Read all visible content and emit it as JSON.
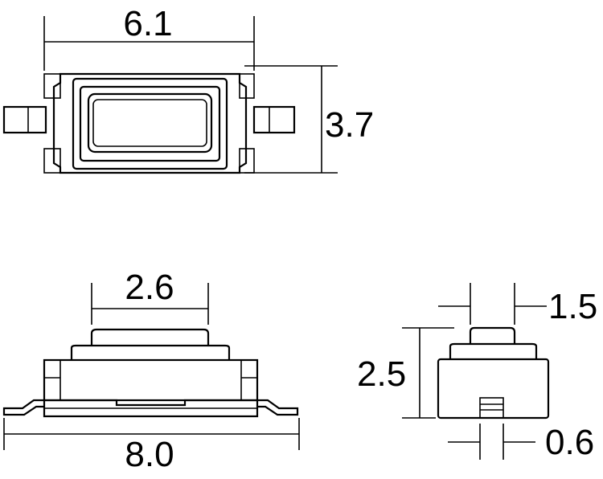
{
  "dimensions": {
    "top_width": "6.1",
    "top_height": "3.7",
    "front_plunger_width": "2.6",
    "front_total_length": "8.0",
    "side_plunger_width": "1.5",
    "side_height": "2.5",
    "side_terminal_width": "0.6"
  },
  "colors": {
    "line": "#000000",
    "background": "#ffffff"
  }
}
